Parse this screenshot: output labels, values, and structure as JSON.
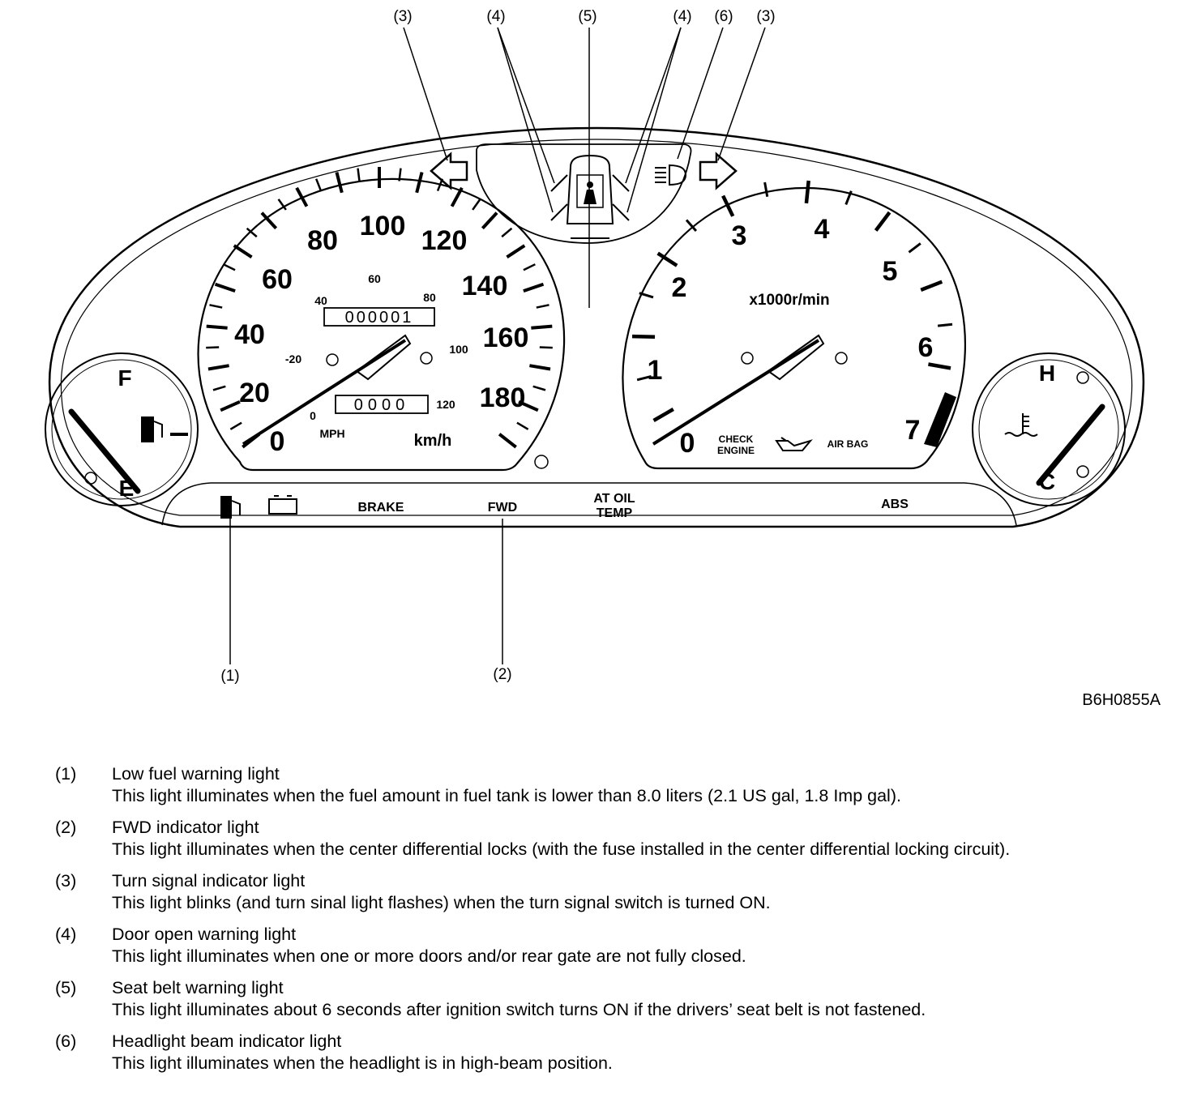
{
  "callouts": {
    "c3_left": "(3)",
    "c4_left": "(4)",
    "c5": "(5)",
    "c4_right": "(4)",
    "c6": "(6)",
    "c3_right": "(3)",
    "c1": "(1)",
    "c2": "(2)"
  },
  "figure_code": "B6H0855A",
  "speedometer": {
    "kmh_labels": [
      "0",
      "20",
      "40",
      "60",
      "80",
      "100",
      "120",
      "140",
      "160",
      "180"
    ],
    "mph_labels": [
      "0",
      "-20",
      "40",
      "60",
      "80",
      "100",
      "120"
    ],
    "unit_mph": "MPH",
    "unit_kmh": "km/h",
    "odometer": "000001",
    "tripmeter": "0000"
  },
  "tachometer": {
    "labels": [
      "0",
      "1",
      "2",
      "3",
      "4",
      "5",
      "6",
      "7"
    ],
    "unit": "x1000r/min",
    "check_engine_line1": "CHECK",
    "check_engine_line2": "ENGINE",
    "airbag": "AIR BAG"
  },
  "fuel_gauge": {
    "full": "F",
    "empty": "E"
  },
  "temp_gauge": {
    "hot": "H",
    "cold": "C"
  },
  "lamp_strip": {
    "brake": "BRAKE",
    "fwd": "FWD",
    "at_oil_line1": "AT OIL",
    "at_oil_line2": "TEMP",
    "abs": "ABS"
  },
  "legend": [
    {
      "num": "(1)",
      "title": "Low fuel warning light",
      "desc": "This light illuminates when the fuel amount in fuel tank is lower than 8.0 liters (2.1 US gal, 1.8 Imp gal)."
    },
    {
      "num": "(2)",
      "title": "FWD indicator light",
      "desc": "This light illuminates when the center differential locks (with the fuse installed in the center differential locking circuit)."
    },
    {
      "num": "(3)",
      "title": "Turn signal indicator light",
      "desc": "This light blinks (and turn sinal light flashes) when the turn signal switch is turned ON."
    },
    {
      "num": "(4)",
      "title": "Door open warning light",
      "desc": "This light illuminates when one or more doors and/or rear gate are not fully closed."
    },
    {
      "num": "(5)",
      "title": "Seat belt warning light",
      "desc": "This light illuminates about 6 seconds after ignition switch turns ON if the drivers’ seat belt is not fastened."
    },
    {
      "num": "(6)",
      "title": "Headlight beam indicator light",
      "desc": "This light illuminates when the headlight is in high-beam position."
    }
  ]
}
